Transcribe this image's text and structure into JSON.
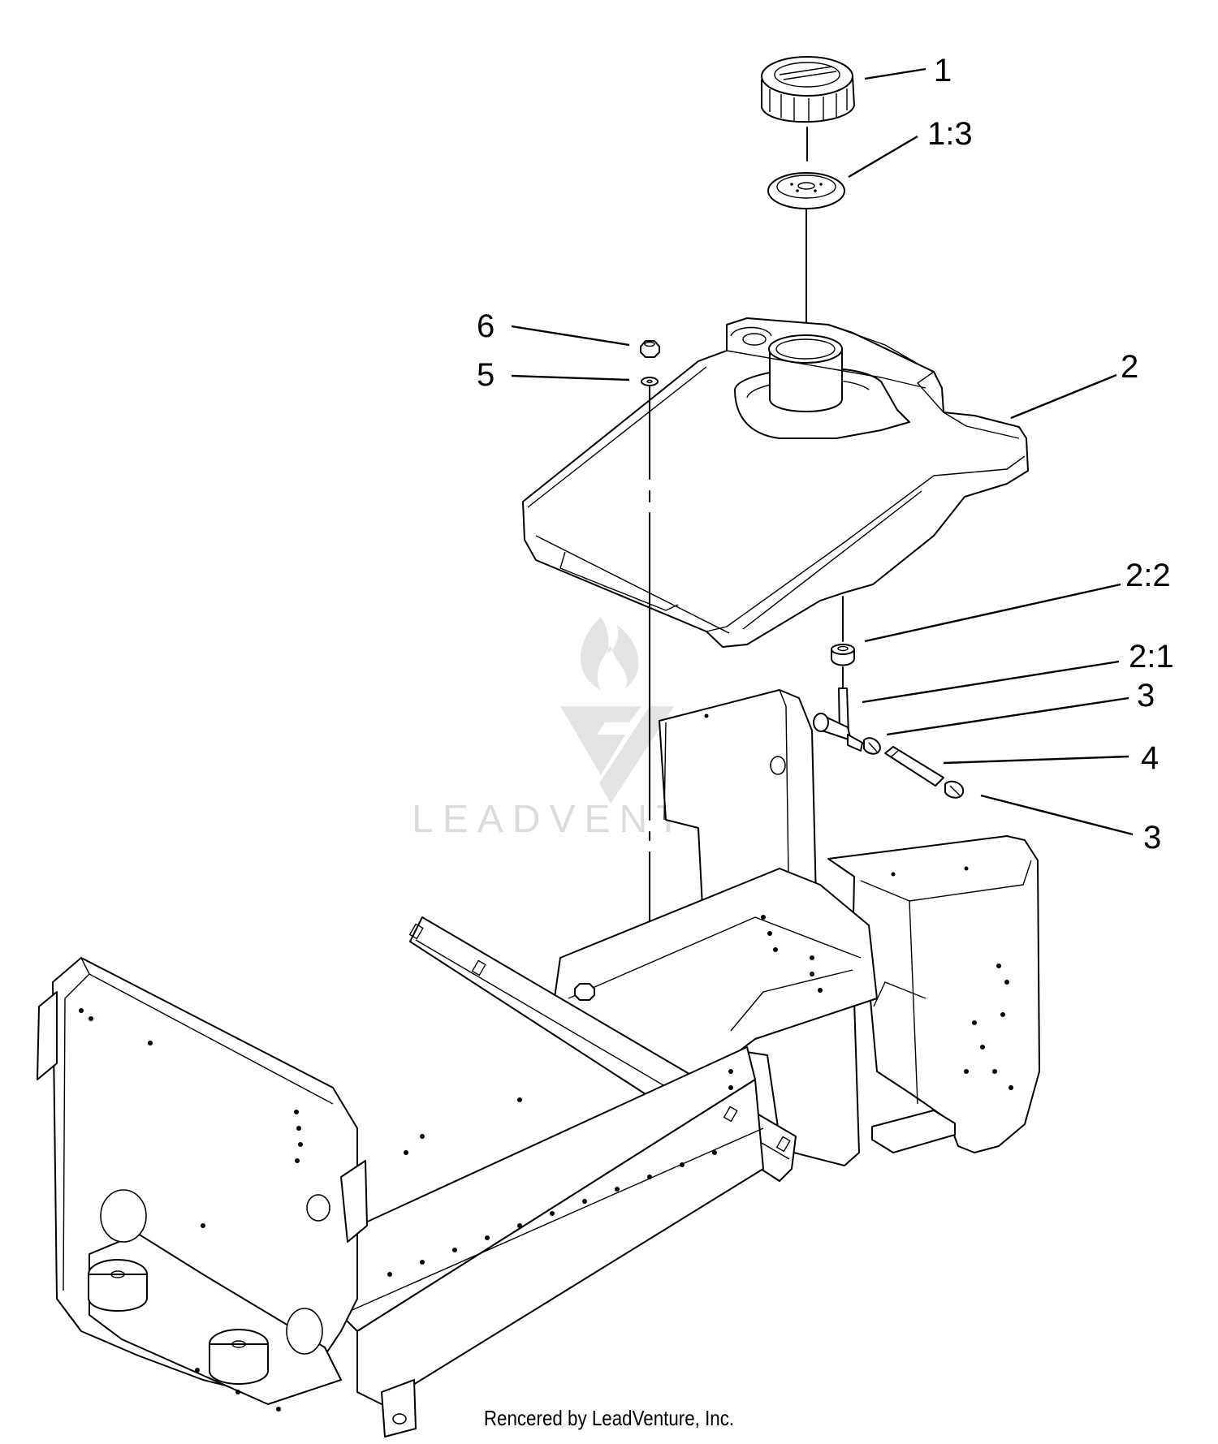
{
  "diagram": {
    "callouts": [
      {
        "id": "c1",
        "label": "1"
      },
      {
        "id": "c13",
        "label": "1:3"
      },
      {
        "id": "c6",
        "label": "6"
      },
      {
        "id": "c5",
        "label": "5"
      },
      {
        "id": "c2",
        "label": "2"
      },
      {
        "id": "c22",
        "label": "2:2"
      },
      {
        "id": "c21",
        "label": "2:1"
      },
      {
        "id": "c3a",
        "label": "3"
      },
      {
        "id": "c4",
        "label": "4"
      },
      {
        "id": "c3b",
        "label": "3"
      }
    ],
    "watermark": {
      "text": "LEADVENTURE"
    },
    "footer": {
      "text": "Rencered by LeadVenture, Inc."
    }
  }
}
